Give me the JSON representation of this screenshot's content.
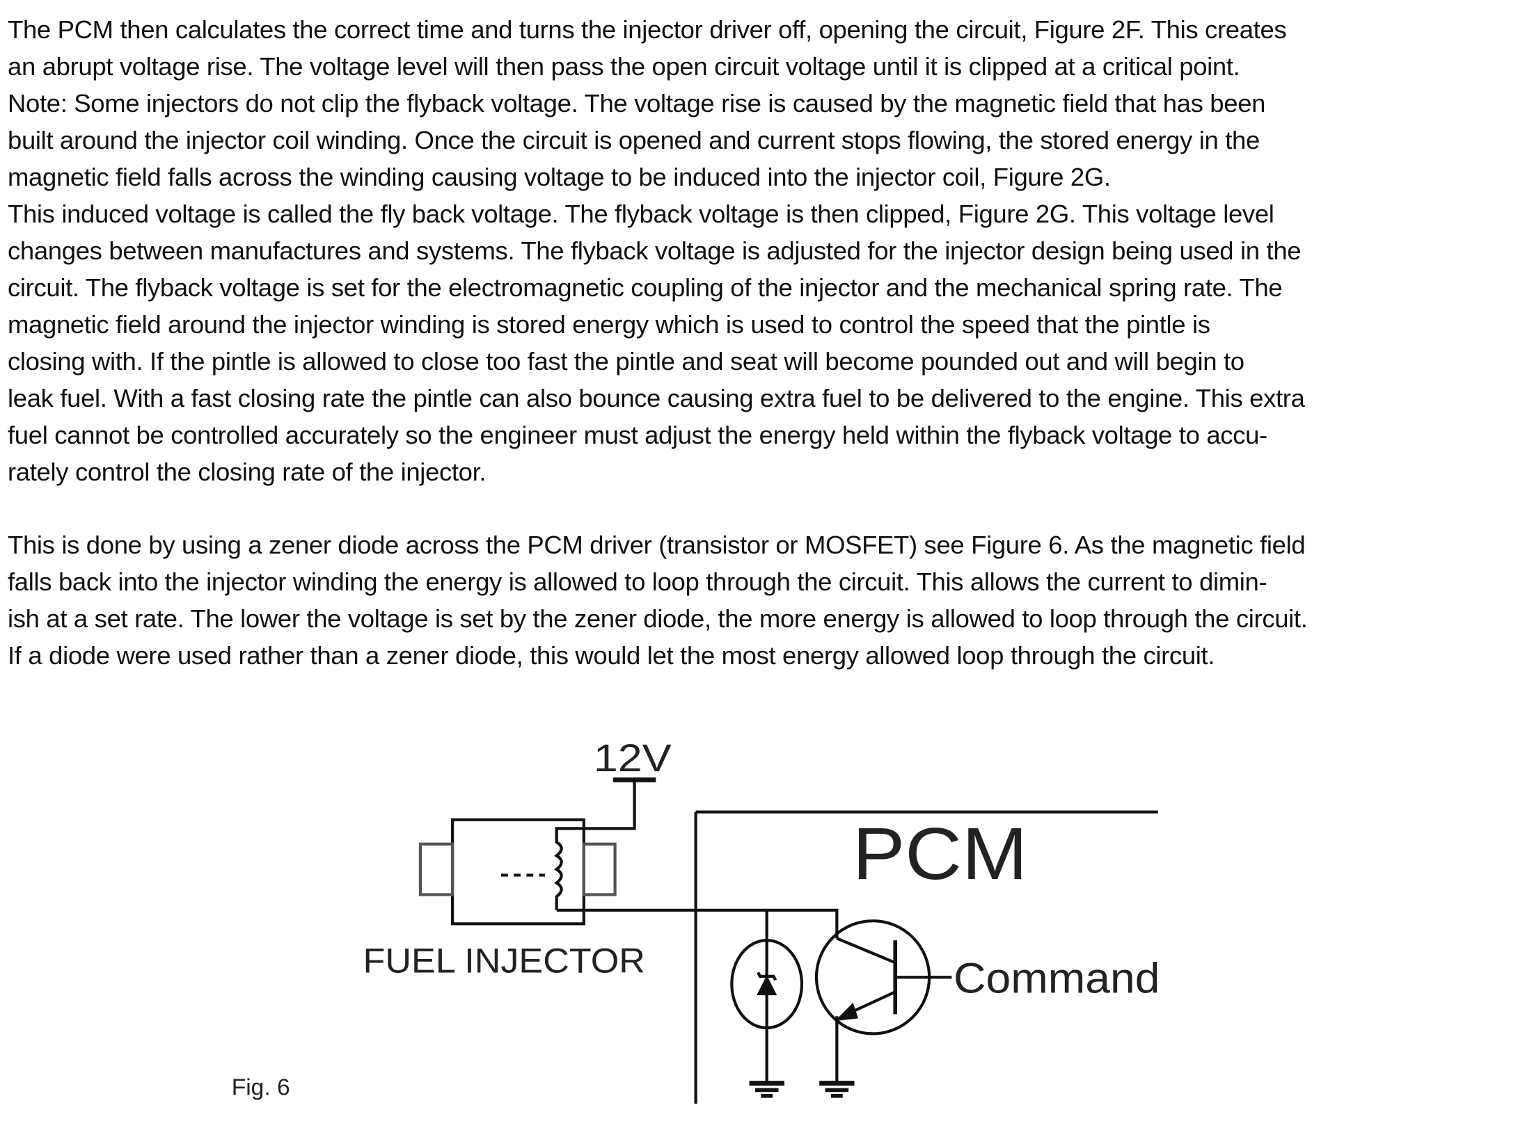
{
  "paragraph1": [
    "The PCM then calculates the correct time and turns the injector driver off, opening the circuit, Figure 2F. This creates",
    "an abrupt voltage rise. The voltage level will then pass the open circuit voltage until it is clipped at a critical point.",
    "Note: Some injectors do not clip the flyback voltage. The voltage rise is caused by the magnetic field that has been",
    "built around the injector coil winding. Once the circuit is opened and current stops flowing, the stored energy in the",
    "magnetic field falls across the winding causing voltage to be induced into the injector coil, Figure 2G.",
    "This induced voltage is called the fly back voltage. The flyback voltage is then clipped, Figure 2G. This voltage level",
    "changes between manufactures and systems. The flyback voltage is adjusted for the injector design being used in the",
    "circuit. The flyback voltage is set for the electromagnetic coupling of the injector and the mechanical spring rate. The",
    "magnetic field around the injector winding is stored energy which is used to control the speed that the pintle is",
    "closing with. If the pintle is allowed to close too fast the pintle and seat will become pounded out and will begin to",
    "leak fuel. With a fast closing rate the pintle can also bounce causing extra fuel to be delivered to the engine. This extra",
    "fuel cannot be controlled accurately so the engineer must adjust the energy held within the flyback voltage to accu-",
    "rately control the closing rate of the injector."
  ],
  "paragraph2": [
    "This is done by using a zener diode across the PCM driver (transistor or MOSFET) see Figure 6. As the magnetic field",
    "falls back into the injector winding the energy is allowed to loop through the circuit. This allows the current to dimin-",
    "ish at a set rate. The lower the voltage is set by the zener diode, the more energy is allowed to loop through the circuit.",
    "If a diode were used rather than a zener diode, this would let the most energy allowed loop through the circuit."
  ],
  "figure": {
    "supply_label": "12V",
    "pcm_label": "PCM",
    "injector_label": "FUEL INJECTOR",
    "command_label": "Command",
    "caption": "Fig. 6"
  }
}
